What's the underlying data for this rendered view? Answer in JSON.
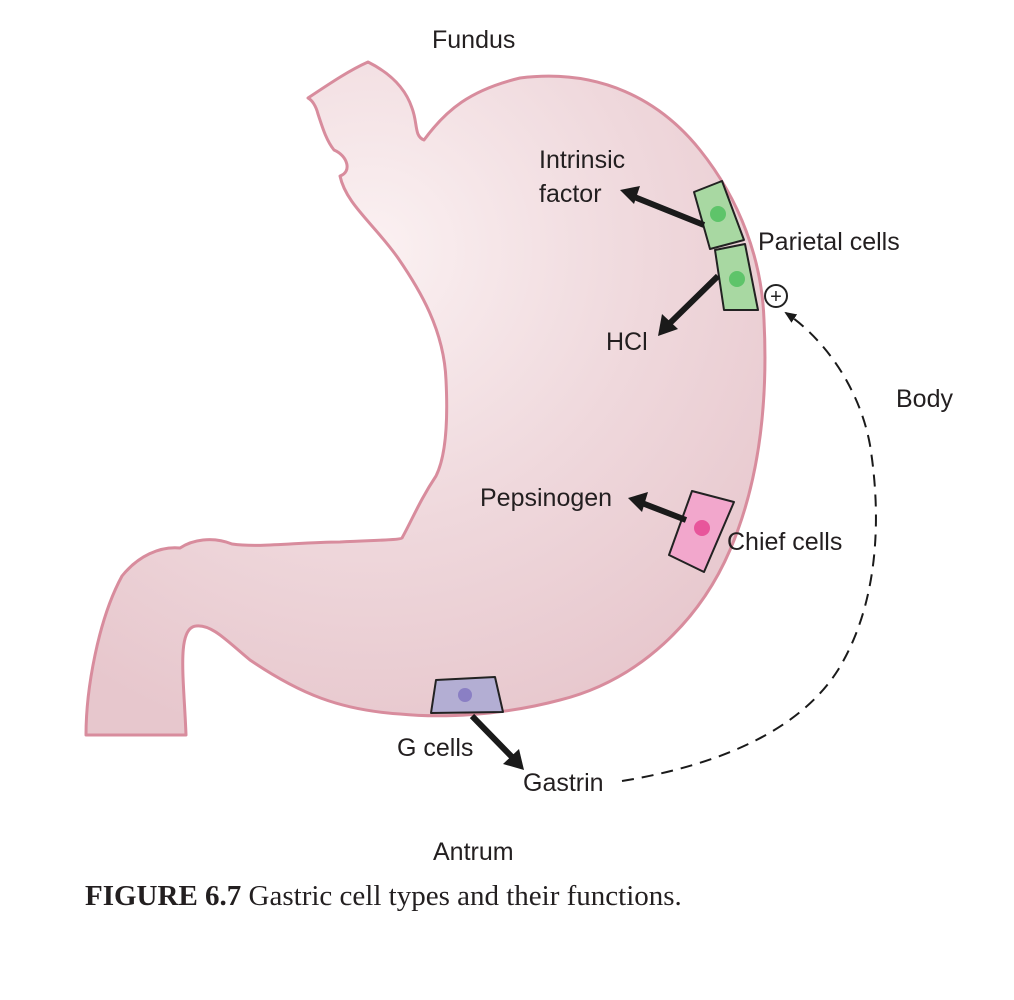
{
  "regions": {
    "fundus": "Fundus",
    "body": "Body",
    "antrum": "Antrum"
  },
  "cells": {
    "parietal": "Parietal cells",
    "chief": "Chief cells",
    "g": "G cells"
  },
  "secretions": {
    "intrinsic_factor_line1": "Intrinsic",
    "intrinsic_factor_line2": "factor",
    "hcl": "HCl",
    "pepsinogen": "Pepsinogen",
    "gastrin": "Gastrin"
  },
  "stimulation_symbol": "+",
  "caption": {
    "number": "FIGURE 6.7",
    "text": " Gastric cell types and their functions."
  },
  "colors": {
    "stomach_fill": "#ecd3d7",
    "stomach_outline": "#d88c9d",
    "parietal_cell": "#a8d8a2",
    "parietal_nucleus": "#5ec46a",
    "chief_cell": "#f2a7cc",
    "chief_nucleus": "#e8559b",
    "g_cell": "#b3aed3",
    "g_nucleus": "#8a7fc4",
    "arrow": "#1a1a1a"
  }
}
